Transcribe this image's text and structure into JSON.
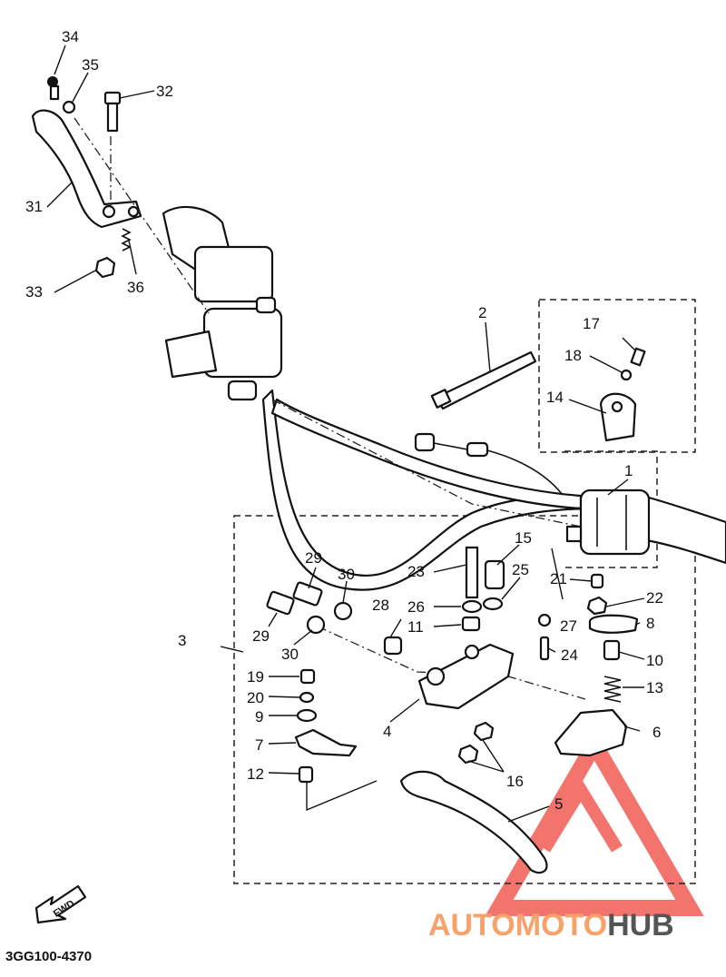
{
  "diagram": {
    "drawing_code": "3GG100-4370",
    "direction_marker": "FWD",
    "watermark": {
      "part1": "AUTOMOTO",
      "part2": "HUB",
      "color_primary": "#f25c54",
      "color_accent": "#f7a26b",
      "color_dark": "#555555"
    },
    "callouts": {
      "c1": "1",
      "c2": "2",
      "c3": "3",
      "c4": "4",
      "c5": "5",
      "c6": "6",
      "c7": "7",
      "c8": "8",
      "c9": "9",
      "c10": "10",
      "c11": "11",
      "c12": "12",
      "c13": "13",
      "c14": "14",
      "c15": "15",
      "c16": "16",
      "c17": "17",
      "c18": "18",
      "c19": "19",
      "c20": "20",
      "c21": "21",
      "c22": "22",
      "c23": "23",
      "c24": "24",
      "c25": "25",
      "c26": "26",
      "c27": "27",
      "c28": "28",
      "c29a": "29",
      "c29b": "29",
      "c30a": "30",
      "c30b": "30",
      "c31": "31",
      "c32": "32",
      "c33": "33",
      "c34": "34",
      "c35": "35",
      "c36": "36"
    }
  }
}
